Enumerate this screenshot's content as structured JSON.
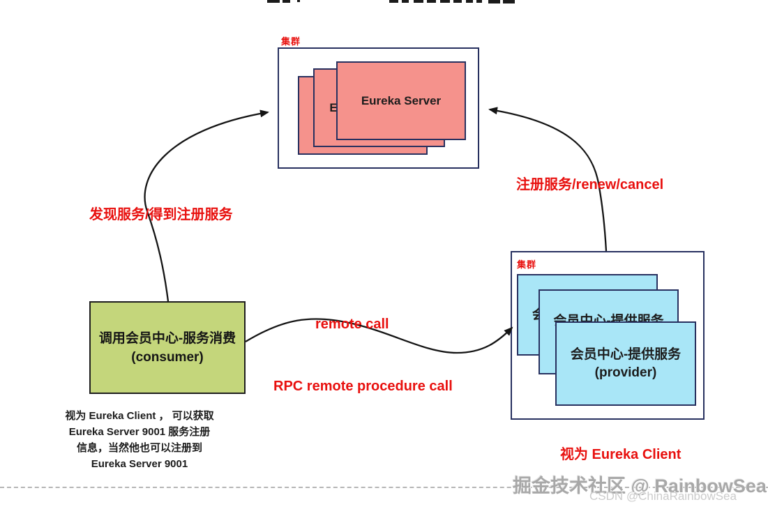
{
  "colors": {
    "salmon_card": "#f5928c",
    "cyan_card": "#a9e6f7",
    "green_box": "#c4d67b",
    "navy_border": "#27305f",
    "red_text": "#e8100e",
    "watermark_gray": "#a8a8a8"
  },
  "top_cluster": {
    "label": "集群",
    "card_label": "Eureka Server"
  },
  "right_cluster": {
    "label": "集群",
    "card_line1": "会员中心-提供服务",
    "card_line2": "(provider)"
  },
  "consumer_box": {
    "line1": "调用会员中心-服务消费",
    "line2": "(consumer)"
  },
  "labels": {
    "discover": "发现服务/得到注册服务",
    "register": "注册服务/renew/cancel",
    "remote_call": "remote call",
    "rpc": "RPC remote procedure call",
    "provider_client": "视为 Eureka Client"
  },
  "consumer_note": {
    "line1": "视为 Eureka Client ， 可以获取",
    "line2": "Eureka Server 9001 服务注册",
    "line3": "信息，当然他也可以注册到",
    "line4": "Eureka Server 9001"
  },
  "watermark": {
    "juejin": "掘金技术社区 @ RainbowSea",
    "csdn": "CSDN @ChinaRainbowSea"
  }
}
